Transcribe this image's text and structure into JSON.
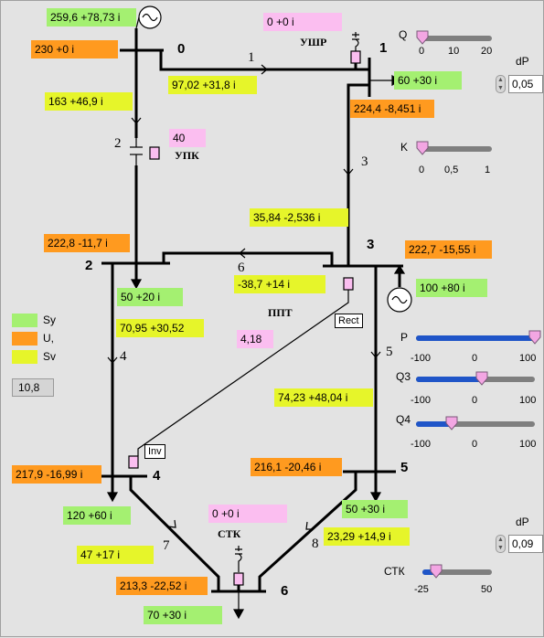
{
  "colors": {
    "U": "#ff9a1f",
    "Sy": "#a4f071",
    "Sv": "#e6f52a",
    "marker": "#fbbef0",
    "slider_fill": "#1f55c8"
  },
  "buses": [
    "0",
    "1",
    "2",
    "3",
    "4",
    "5",
    "6"
  ],
  "branches": [
    "1",
    "2",
    "3",
    "4",
    "5",
    "6",
    "7",
    "8"
  ],
  "devices": {
    "ushr": "УШР",
    "upk": "УПК",
    "ppt": "ППТ",
    "stk": "СТК",
    "rect": "Rect",
    "inv": "Inv"
  },
  "gen0": "259,6 +78,73 i",
  "u0": "230 +0 i",
  "flow_0_1": "97,02 +31,8 i",
  "flow_0_2": "163 +46,9 i",
  "ushr_q": "0 +0 i",
  "load1": "60 +30 i",
  "u1": "224,4 -8,451 i",
  "upk_value": "40",
  "flow_1_3": "35,84 -2,536 i",
  "u2": "222,8 -11,7 i",
  "load2": "50 +20 i",
  "flow_3_2": "-38,7 +14 i",
  "flow_2_4": "70,95 +30,52",
  "u3": "222,7 -15,55 i",
  "gen3": "100 +80 i",
  "ppt_value": "4,18",
  "flow_3_5": "74,23 +48,04 i",
  "u4": "217,9 -16,99 i",
  "load4": "120 +60 i",
  "flow_4_6": "47 +17 i",
  "u5": "216,1 -20,46 i",
  "load5": "50 +30 i",
  "flow_5_6": "23,29 +14,9 i",
  "stk_q": "0 +0 i",
  "u6": "213,3 -22,52 i",
  "load6": "70 +30 i",
  "legend": {
    "sy": "Sy",
    "u": "U,",
    "sv": "Sv",
    "display_value": "10,8"
  },
  "sliders": {
    "q": {
      "label": "Q",
      "value": 0,
      "ticks": [
        "0",
        "10",
        "20"
      ]
    },
    "k": {
      "label": "K",
      "value": 0,
      "ticks": [
        "0",
        "0,5",
        "1"
      ]
    },
    "p": {
      "label": "P",
      "value": 100,
      "ticks": [
        "-100",
        "0",
        "100"
      ]
    },
    "q3": {
      "label": "Q3",
      "value": 10,
      "ticks": [
        "-100",
        "0",
        "100"
      ]
    },
    "q4": {
      "label": "Q4",
      "value": -40,
      "ticks": [
        "-100",
        "0",
        "100"
      ]
    },
    "stk": {
      "label": "СТК",
      "value": -10,
      "ticks": [
        "-25",
        "50"
      ]
    }
  },
  "dp_top": {
    "label": "dP",
    "value": "0,05"
  },
  "dp_bottom": {
    "label": "dP",
    "value": "0,09"
  }
}
